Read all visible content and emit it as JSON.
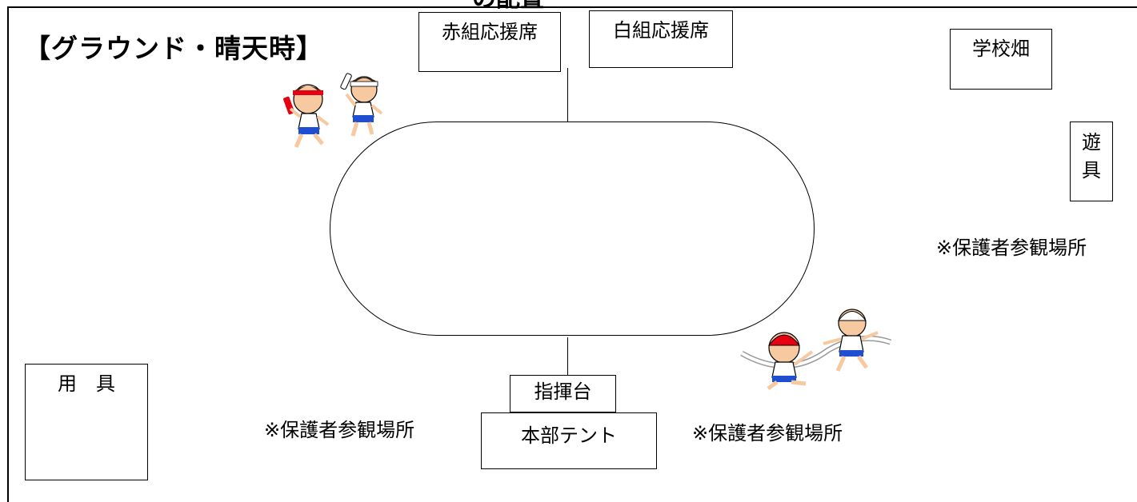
{
  "diagram": {
    "top_cut_text": "の配置",
    "title": "【グラウンド・晴天時】",
    "boxes": {
      "red_seat": "赤組応援席",
      "white_seat": "白組応援席",
      "school_field": "学校畑",
      "playground_line1": "遊",
      "playground_line2": "具",
      "equipment": "用　具",
      "podium": "指揮台",
      "hq_tent": "本部テント"
    },
    "labels": {
      "parents_right": "※保護者参観場所",
      "parents_left": "※保護者参観場所",
      "parents_bottom_right": "※保護者参観場所"
    },
    "colors": {
      "red_cap": "#e60012",
      "skin": "#f7c9a0",
      "shorts": "#1f4fd0",
      "white": "#ffffff",
      "line": "#000000"
    }
  }
}
